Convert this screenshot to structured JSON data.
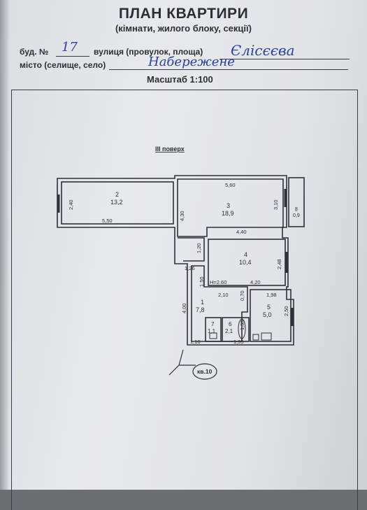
{
  "header": {
    "title": "ПЛАН КВАРТИРИ",
    "subtitle": "(кімнати, жилого блоку, секції)",
    "bud_label": "буд. №",
    "bud_value": "17",
    "street_label": "вулиця (провулок, площа)",
    "street_value": "Єлісєєва",
    "city_label": "місто (селище, село)",
    "city_value": "Набережене",
    "scale": "Масштаб 1:100"
  },
  "plan": {
    "floor": "ІІІ поверх",
    "apartment": "кв.10",
    "ceiling": "Н=2.60",
    "rooms": [
      {
        "num": "2",
        "area": "13,2"
      },
      {
        "num": "3",
        "area": "18,9"
      },
      {
        "num": "4",
        "area": "10,4"
      },
      {
        "num": "1",
        "area": "7,8"
      },
      {
        "num": "5",
        "area": "5,0"
      },
      {
        "num": "6",
        "area": "2,1"
      },
      {
        "num": "7",
        "area": "1,1"
      },
      {
        "num": "8",
        "area": "0,9"
      }
    ],
    "dims": {
      "r2_height": "2,40",
      "r2_width": "5,50",
      "r3_width_top": "5,60",
      "r3_height_left": "4,30",
      "r3_height_right": "3,10",
      "r3_width_bottom": "4,40",
      "corridor_a": "1,20",
      "corridor_b": "1,26",
      "r4_height": "2,48",
      "r4_width": "4,20",
      "hall_a": "1,50",
      "hall_b": "2,10",
      "hall_c": "0,70",
      "r5_width": "1,98",
      "r5_height": "2,50",
      "r1_height": "4,00",
      "r6_width": "1,55",
      "bottom_a": "1,16",
      "bottom_b": "1,35"
    }
  }
}
